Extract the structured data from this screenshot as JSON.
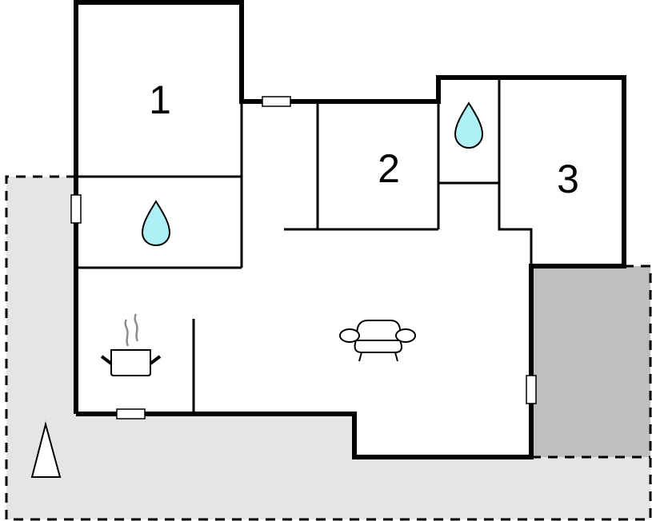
{
  "floorplan": {
    "rooms": [
      {
        "id": "bedroom-1",
        "label": "1"
      },
      {
        "id": "bedroom-2",
        "label": "2"
      },
      {
        "id": "bedroom-3",
        "label": "3"
      }
    ],
    "icons": {
      "bathroom_1": "water-drop-icon",
      "bathroom_2": "water-drop-icon",
      "kitchen": "cooking-pot-icon",
      "living_room": "armchair-icon",
      "north_arrow": "north-arrow-icon"
    },
    "colors": {
      "wall": "#000000",
      "terrace_light": "#e5e5e5",
      "terrace_dark": "#bfbfbf",
      "water": "#aef0f5",
      "steam": "#8c8c8c",
      "window": "#ffffff"
    }
  }
}
